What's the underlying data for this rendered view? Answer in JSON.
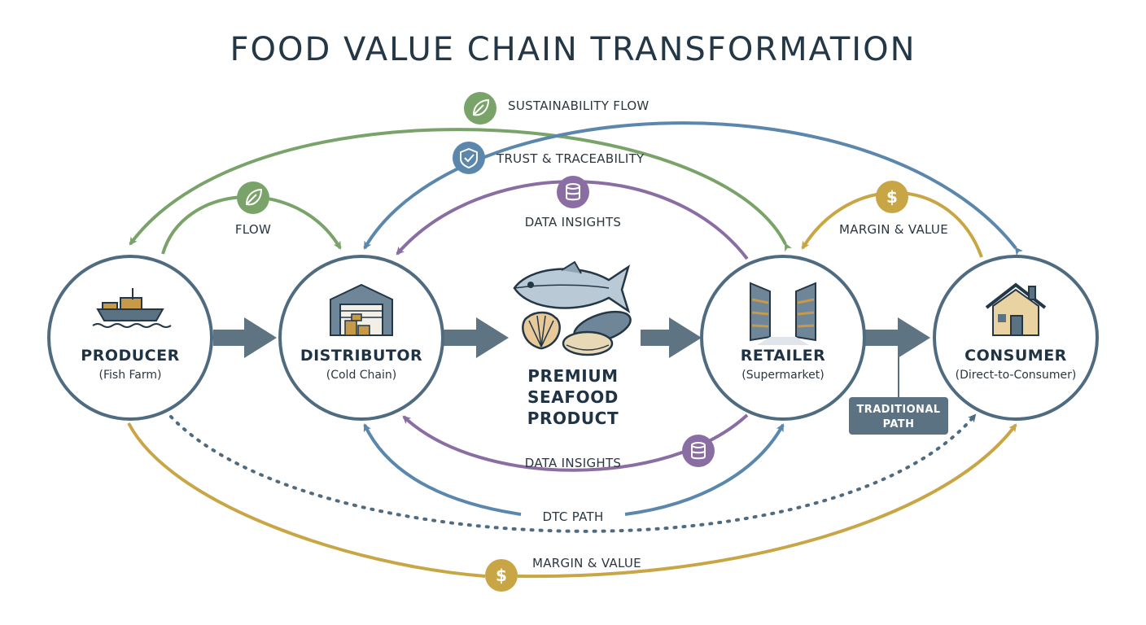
{
  "title": "FOOD VALUE CHAIN TRANSFORMATION",
  "nodes": {
    "producer": {
      "name": "PRODUCER",
      "sub": "(Fish Farm)",
      "icon": "boat-icon"
    },
    "distributor": {
      "name": "DISTRIBUTOR",
      "sub": "(Cold Chain)",
      "icon": "warehouse-icon"
    },
    "retailer": {
      "name": "RETAILER",
      "sub": "(Supermarket)",
      "icon": "supermarket-aisle-icon"
    },
    "consumer": {
      "name": "CONSUMER",
      "sub": "(Direct-to-Consumer)",
      "icon": "house-icon"
    }
  },
  "center": {
    "lines": [
      "PREMIUM",
      "SEAFOOD",
      "PRODUCT"
    ],
    "icons": [
      "fish-icon",
      "scallop-shell-icon",
      "mussel-icon",
      "clam-icon"
    ]
  },
  "flows": {
    "sustainability": "SUSTAINABILITY FLOW",
    "trust": "TRUST & TRACEABILITY",
    "flow": "FLOW",
    "data_insights_top": "DATA INSIGHTS",
    "margin_value_top": "MARGIN & VALUE",
    "data_insights_bottom": "DATA INSIGHTS",
    "dtc_path": "DTC PATH",
    "margin_value_bottom": "MARGIN & VALUE",
    "traditional_path": [
      "TRADITIONAL",
      "PATH"
    ]
  },
  "colors": {
    "green": "#7aa36a",
    "blue": "#5b87ad",
    "purple": "#8a6ea3",
    "gold": "#c9a645",
    "node_ring": "#4f6b80",
    "arrow": "#5e7482",
    "badge": "#5b7283",
    "text": "#1f3344"
  }
}
